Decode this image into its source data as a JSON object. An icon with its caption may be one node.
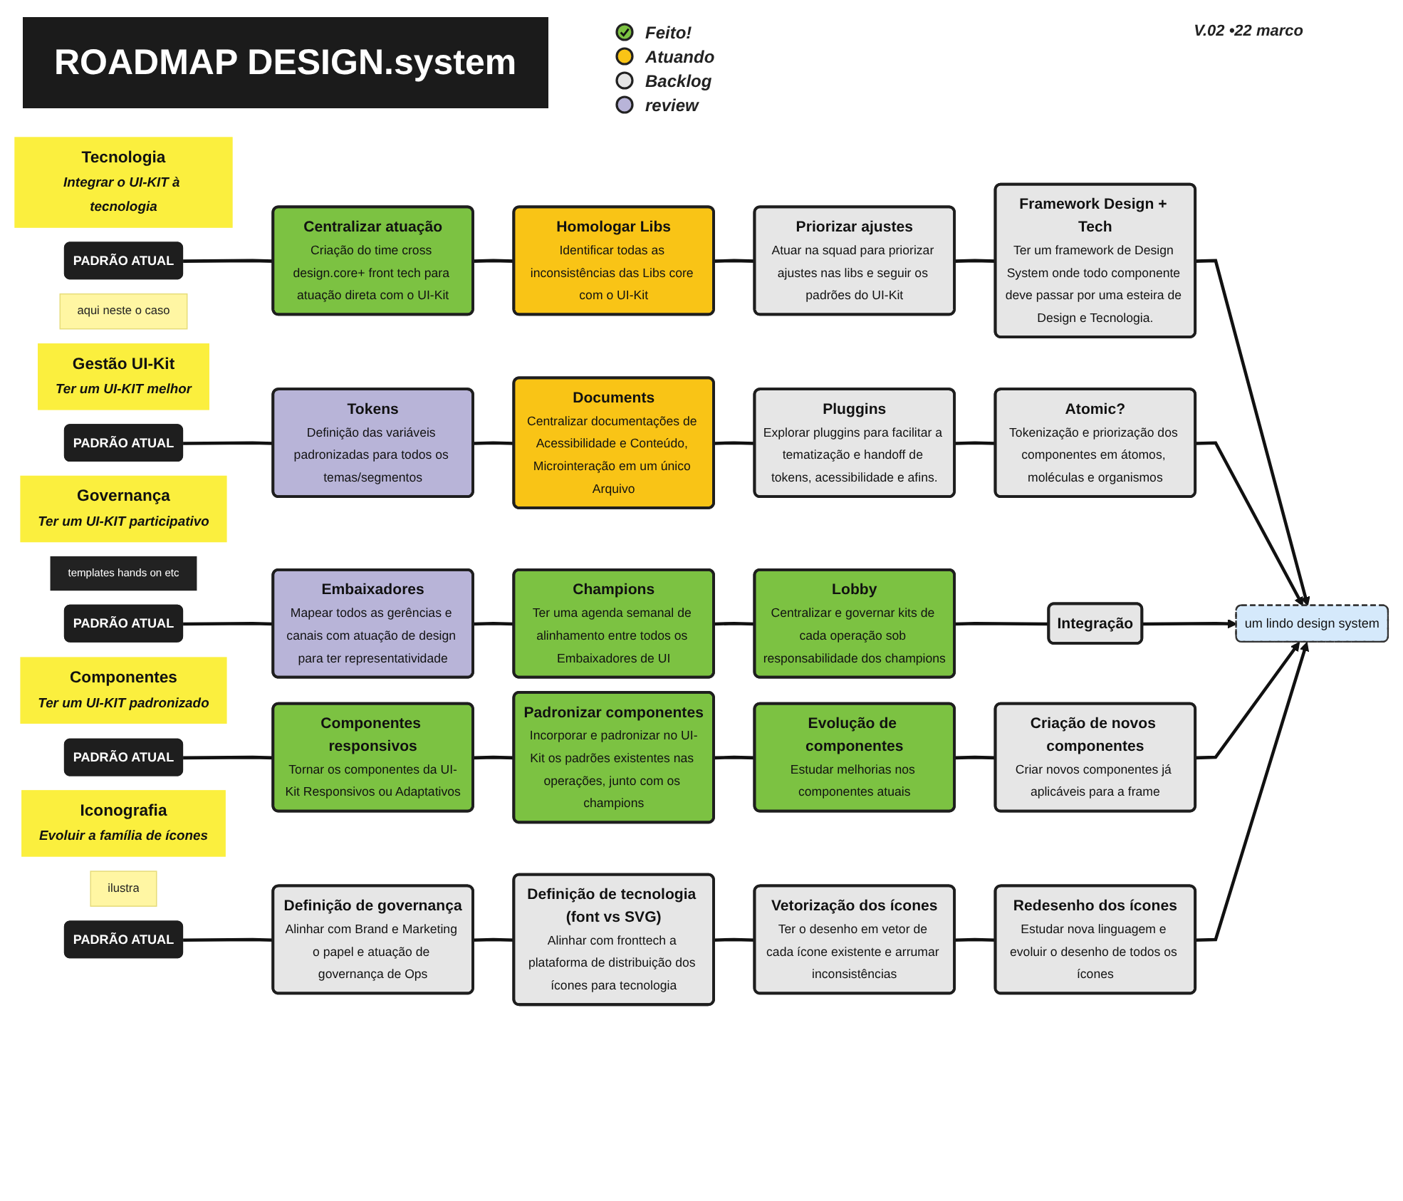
{
  "diagram": {
    "title": "ROADMAP DESIGN.system",
    "nodes": [
      {
        "text": [
          "Tecnologia",
          "Integrar o UI-KIT à tecnologia"
        ]
      },
      {
        "text": [
          "PADRÃO ATUAL"
        ]
      },
      {
        "text": [
          "Centralizar atuação",
          "Criação do time cross design.core+ front tech para atuação direta com o UI-Kit"
        ]
      },
      {
        "text": [
          "Homologar Libs",
          "Identificar todas as inconsistências das Libs core com o UI-Kit"
        ]
      },
      {
        "text": [
          "Priorizar ajustes",
          "Atuar na squad para priorizar ajustes nas libs e seguir os padrões do UI-Kit"
        ]
      },
      {
        "text": [
          "Framework Design + Tech",
          "Ter um framework de Design System onde todo componente deve passar por uma esteira de Design e Tecnologia."
        ]
      },
      {
        "text": [
          "aqui neste o caso"
        ]
      },
      {
        "text": [
          "Gestão UI-Kit",
          "Ter um UI-KIT melhor"
        ]
      },
      {
        "text": [
          "PADRÃO ATUAL"
        ]
      },
      {
        "text": [
          "Tokens",
          "Definição das variáveis padronizadas para todos os temas/segmentos"
        ]
      },
      {
        "text": [
          "Documents",
          "Centralizar documentações de Acessibilidade e Conteúdo, Microinteração em um único Arquivo"
        ]
      },
      {
        "text": [
          "Pluggins",
          "Explorar pluggins para facilitar a tematização e handoff de tokens, acessibilidade e afins."
        ]
      },
      {
        "text": [
          "Atomic?",
          "Tokenização e priorização dos componentes em átomos, moléculas e organismos"
        ]
      },
      {
        "text": [
          "Governança",
          "Ter um UI-KIT participativo"
        ]
      },
      {
        "text": [
          "templates hands on etc"
        ]
      },
      {
        "text": [
          "PADRÃO ATUAL"
        ]
      },
      {
        "text": [
          "Embaixadores",
          "Mapear todos as gerências e canais com atuação de design para ter representatividade"
        ]
      },
      {
        "text": [
          "Champions",
          "Ter uma agenda semanal de alinhamento entre todos os Embaixadores de UI"
        ]
      },
      {
        "text": [
          "Lobby",
          "Centralizar e governar kits de cada operação sob responsabilidade dos champions"
        ]
      },
      {
        "text": [
          "Integração"
        ]
      },
      {
        "text": [
          "um lindo design system"
        ]
      },
      {
        "text": [
          "Componentes",
          "Ter um UI-KIT padronizado"
        ]
      },
      {
        "text": [
          "PADRÃO ATUAL"
        ]
      },
      {
        "text": [
          "Componentes responsivos",
          "Tornar os componentes da UI-Kit Responsivos ou Adaptativos"
        ]
      },
      {
        "text": [
          "Padronizar componentes",
          "Incorporar e padronizar no UI-Kit os padrões existentes nas operações, junto com os champions"
        ]
      },
      {
        "text": [
          "Evolução de componentes",
          "Estudar melhorias nos componentes atuais"
        ]
      },
      {
        "text": [
          "Criação de novos componentes",
          "Criar novos componentes já aplicáveis para a frame"
        ]
      },
      {
        "text": [
          "Iconografia",
          "Evoluir a família de ícones"
        ]
      },
      {
        "text": [
          "ilustra"
        ]
      },
      {
        "text": [
          "PADRÃO ATUAL"
        ]
      },
      {
        "text": [
          "Definição de governança",
          "Alinhar com Brand e Marketing o papel e atuação de governança de Ops"
        ]
      },
      {
        "text": [
          "Definição de tecnologia (font vs SVG)",
          "Alinhar com fronttech a plataforma de distribuição dos ícones para tecnologia"
        ]
      },
      {
        "text": [
          "Vetorização dos ícones",
          "Ter o desenho em vetor de cada ícone existente e arrumar inconsistências"
        ]
      },
      {
        "text": [
          "Redesenho dos ícones",
          "Estudar nova linguagem e evoluir o desenho de todos os ícones"
        ]
      }
    ],
    "edges": [
      {
        "from": 1,
        "to": 2,
        "arrow": "none"
      },
      {
        "from": 2,
        "to": 3,
        "arrow": "none"
      },
      {
        "from": 3,
        "to": 4,
        "arrow": "none"
      },
      {
        "from": 4,
        "to": 5,
        "arrow": "none"
      },
      {
        "from": 5,
        "to": 20,
        "arrow": "to"
      },
      {
        "from": 8,
        "to": 9,
        "arrow": "none"
      },
      {
        "from": 9,
        "to": 10,
        "arrow": "none"
      },
      {
        "from": 10,
        "to": 11,
        "arrow": "none"
      },
      {
        "from": 11,
        "to": 12,
        "arrow": "none"
      },
      {
        "from": 12,
        "to": 20,
        "arrow": "to"
      },
      {
        "from": 15,
        "to": 16,
        "arrow": "none"
      },
      {
        "from": 16,
        "to": 17,
        "arrow": "none"
      },
      {
        "from": 17,
        "to": 18,
        "arrow": "none"
      },
      {
        "from": 18,
        "to": 19,
        "arrow": "none"
      },
      {
        "from": 19,
        "to": 20,
        "arrow": "to"
      },
      {
        "from": 22,
        "to": 23,
        "arrow": "none"
      },
      {
        "from": 23,
        "to": 24,
        "arrow": "none"
      },
      {
        "from": 24,
        "to": 25,
        "arrow": "none"
      },
      {
        "from": 25,
        "to": 26,
        "arrow": "none"
      },
      {
        "from": 26,
        "to": 20,
        "arrow": "to"
      },
      {
        "from": 29,
        "to": 30,
        "arrow": "none"
      },
      {
        "from": 30,
        "to": 31,
        "arrow": "none"
      },
      {
        "from": 31,
        "to": 32,
        "arrow": "none"
      },
      {
        "from": 32,
        "to": 33,
        "arrow": "none"
      },
      {
        "from": 33,
        "to": 20,
        "arrow": "to"
      }
    ],
    "labels": [
      "V.02 •22 marco"
    ],
    "legend": [
      {
        "text": "Feito!",
        "color": "#7cc242"
      },
      {
        "text": "Atuando",
        "color": "#f9c416"
      },
      {
        "text": "Backlog",
        "color": "#e6e6e6"
      },
      {
        "text": "review",
        "color": "#b8b4d8"
      }
    ]
  }
}
